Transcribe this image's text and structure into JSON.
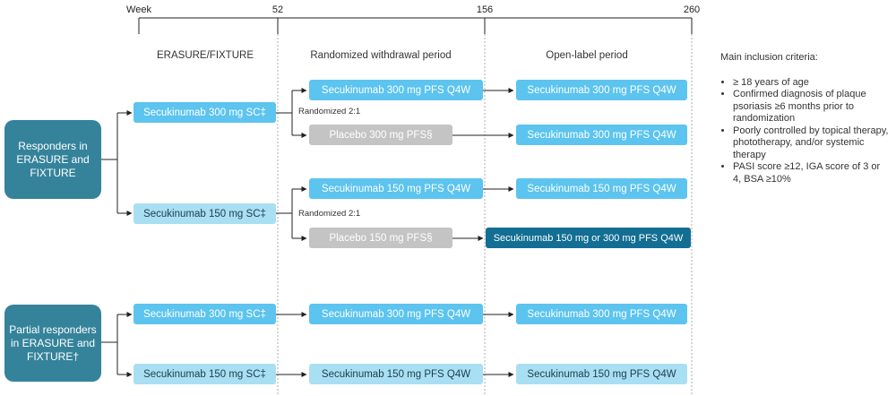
{
  "timeline": {
    "week_label": "Week",
    "ticks": [
      "52",
      "156",
      "260"
    ]
  },
  "phases": {
    "erasure": "ERASURE/FIXTURE",
    "withdrawal": "Randomized withdrawal period",
    "open_label": "Open-label period"
  },
  "groups": {
    "responders": "Responders in ERASURE and FIXTURE",
    "partial": "Partial responders in ERASURE and FIXTURE†"
  },
  "randomization_label": "Randomized 2:1",
  "boxes": {
    "r_300_sc": "Secukinumab 300 mg SC‡",
    "r_150_sc": "Secukinumab 150 mg SC‡",
    "r_300_w_active": "Secukinumab 300 mg PFS Q4W",
    "r_300_w_placebo": "Placebo 300 mg PFS§",
    "r_150_w_active": "Secukinumab 150 mg PFS Q4W",
    "r_150_w_placebo": "Placebo 150 mg PFS§",
    "r_300_o_1": "Secukinumab 300 mg PFS Q4W",
    "r_300_o_2": "Secukinumab 300 mg PFS Q4W",
    "r_150_o_1": "Secukinumab 150 mg PFS Q4W",
    "r_150_o_2": "Secukinumab 150 mg or 300 mg PFS Q4W",
    "p_300_sc": "Secukinumab 300 mg SC‡",
    "p_150_sc": "Secukinumab 150 mg SC‡",
    "p_300_w": "Secukinumab 300 mg PFS Q4W",
    "p_150_w": "Secukinumab 150 mg PFS Q4W",
    "p_300_o": "Secukinumab 300 mg PFS Q4W",
    "p_150_o": "Secukinumab 150 mg PFS Q4W"
  },
  "criteria": {
    "title": "Main inclusion criteria:",
    "items": [
      "≥ 18 years of age",
      "Confirmed diagnosis of  plaque psoriasis ≥6 months prior to randomization",
      "Poorly controlled by topical therapy, phototherapy, and/or systemic therapy",
      "PASI score ≥12, IGA score of 3 or 4, BSA ≥10%"
    ]
  },
  "colors": {
    "active_blue": "#5cc4ee",
    "light_blue": "#a9dff2",
    "placebo_grey": "#c4c4c4",
    "dark_blue": "#136e93",
    "group_teal": "#35839b"
  }
}
